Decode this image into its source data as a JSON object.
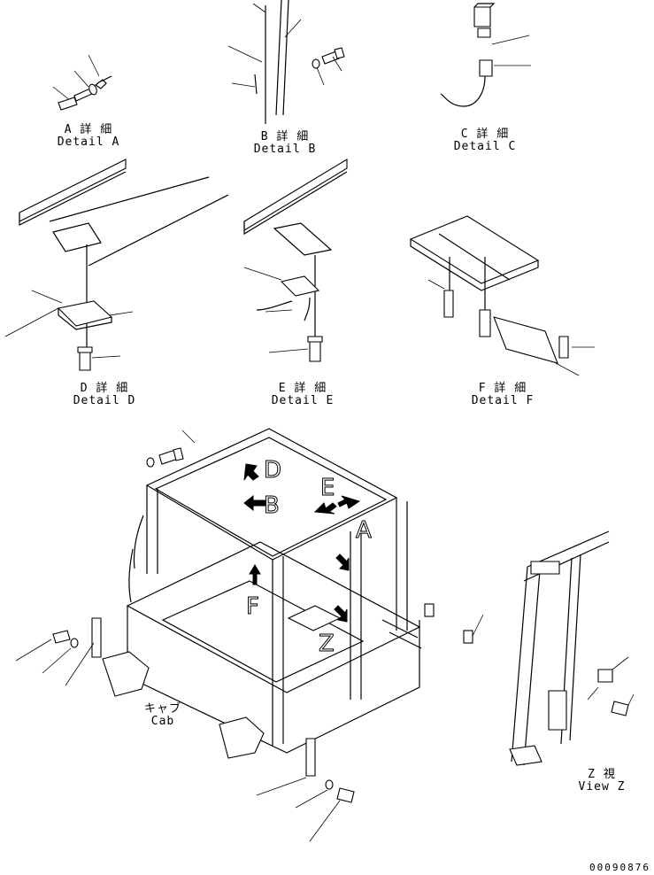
{
  "details": [
    {
      "id": "A",
      "jp": "A 詳 細",
      "en": "Detail A"
    },
    {
      "id": "B",
      "jp": "B 詳 細",
      "en": "Detail B"
    },
    {
      "id": "C",
      "jp": "C 詳 細",
      "en": "Detail C"
    },
    {
      "id": "D",
      "jp": "D 詳 細",
      "en": "Detail D"
    },
    {
      "id": "E",
      "jp": "E 詳 細",
      "en": "Detail E"
    },
    {
      "id": "F",
      "jp": "F 詳 細",
      "en": "Detail F"
    }
  ],
  "cab": {
    "jp": "キャブ",
    "en": "Cab"
  },
  "view_z": {
    "jp": "Z 視",
    "en": "View Z"
  },
  "view_markers": [
    "D",
    "E",
    "B",
    "A",
    "F",
    "Z"
  ],
  "document_number": "00090876"
}
